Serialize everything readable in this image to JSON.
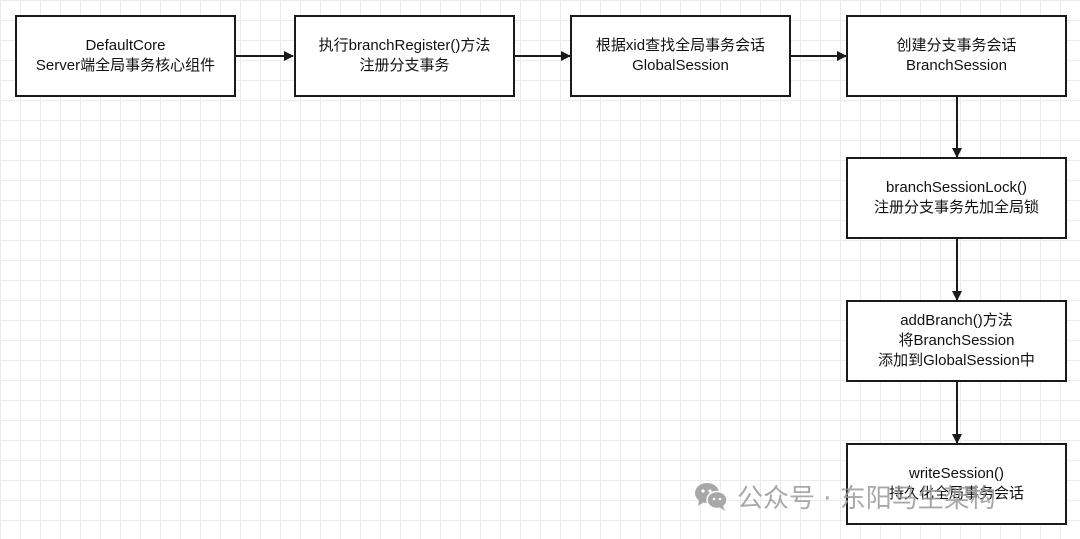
{
  "nodes": {
    "n1": {
      "lines": [
        "DefaultCore",
        "Server端全局事务核心组件"
      ]
    },
    "n2": {
      "lines": [
        "执行branchRegister()方法",
        "注册分支事务"
      ]
    },
    "n3": {
      "lines": [
        "根据xid查找全局事务会话",
        "GlobalSession"
      ]
    },
    "n4": {
      "lines": [
        "创建分支事务会话",
        "BranchSession"
      ]
    },
    "n5": {
      "lines": [
        "branchSessionLock()",
        "注册分支事务先加全局锁"
      ]
    },
    "n6": {
      "lines": [
        "addBranch()方法",
        "将BranchSession",
        "添加到GlobalSession中"
      ]
    },
    "n7": {
      "lines": [
        "writeSession()",
        "持久化全局事务会话"
      ]
    }
  },
  "edges": [
    {
      "from": "n1",
      "to": "n2"
    },
    {
      "from": "n2",
      "to": "n3"
    },
    {
      "from": "n3",
      "to": "n4"
    },
    {
      "from": "n4",
      "to": "n5"
    },
    {
      "from": "n5",
      "to": "n6"
    },
    {
      "from": "n6",
      "to": "n7"
    }
  ],
  "watermark": {
    "icon": "wechat-icon",
    "text": "公众号 · 东阳马生架构"
  }
}
